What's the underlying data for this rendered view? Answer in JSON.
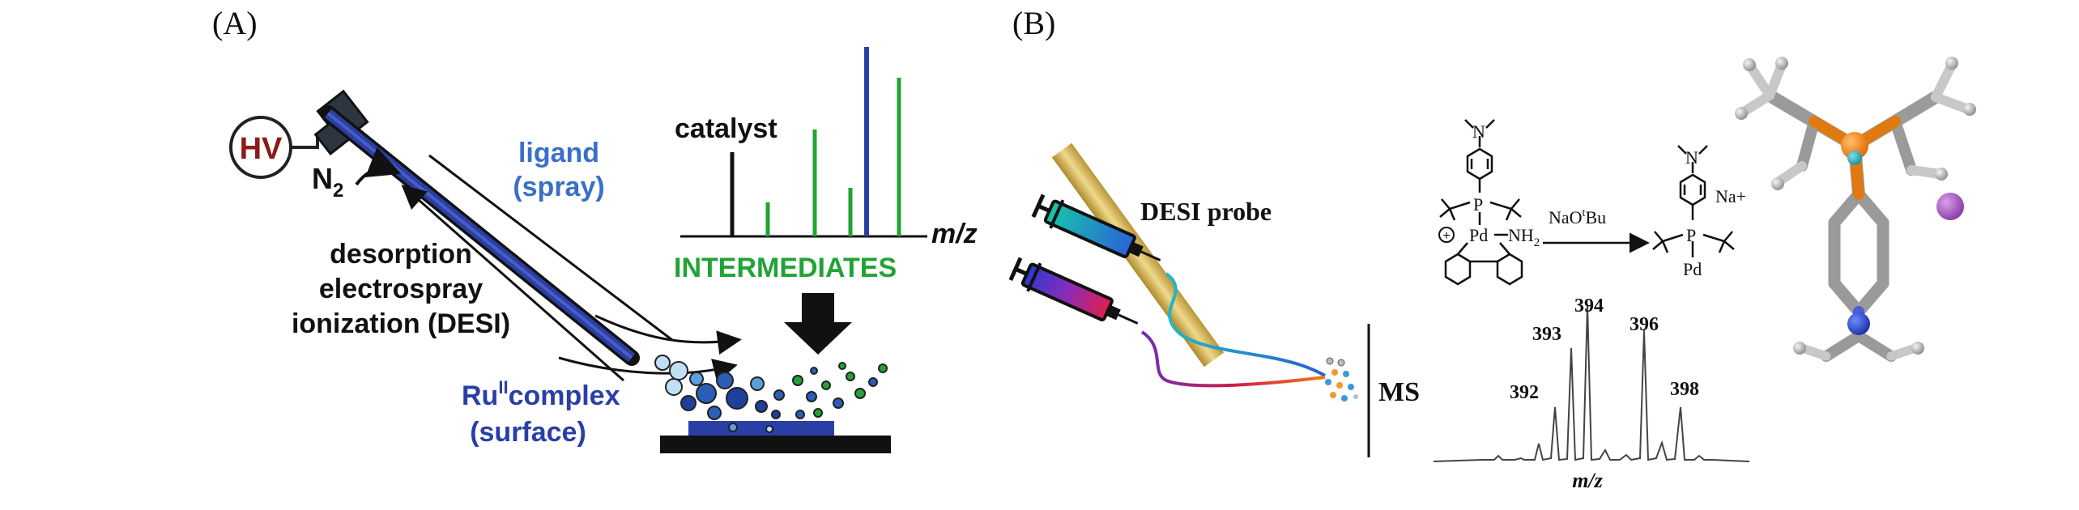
{
  "panel_a": {
    "label": "(A)",
    "hv": "HV",
    "n2_main": "N",
    "n2_sub": "2",
    "ligand_line1": "ligand",
    "ligand_line2": "(spray)",
    "desi_line1": "desorption",
    "desi_line2": "electrospray",
    "desi_line3": "ionization (DESI)",
    "ru_main": "Ru",
    "ru_sup": "II",
    "ru_rest": "complex",
    "surface": "(surface)",
    "catalyst": "catalyst",
    "mz": "m/z",
    "intermediates": "INTERMEDIATES"
  },
  "panel_b": {
    "label": "(B)",
    "desi_probe": "DESI probe",
    "ms": "MS",
    "reagent": "NaO",
    "reagent_sup": "t",
    "reagent_rest": "Bu",
    "pd_left": "Pd",
    "nh2": "NH",
    "nh2_sub": "2",
    "pd_right": "Pd",
    "na_plus": "Na+",
    "p_atom": "P",
    "n_atom": "N",
    "charge": "+",
    "spectrum_peaks": [
      "392",
      "393",
      "394",
      "396",
      "398"
    ],
    "spectrum_xlabel": "m/z"
  },
  "colors": {
    "green": "#21a336",
    "blue": "#2a3fa6",
    "dark_red": "#8b1a1a",
    "gold": "#d9b75a",
    "ligand_blue": "#3a6fc9"
  }
}
